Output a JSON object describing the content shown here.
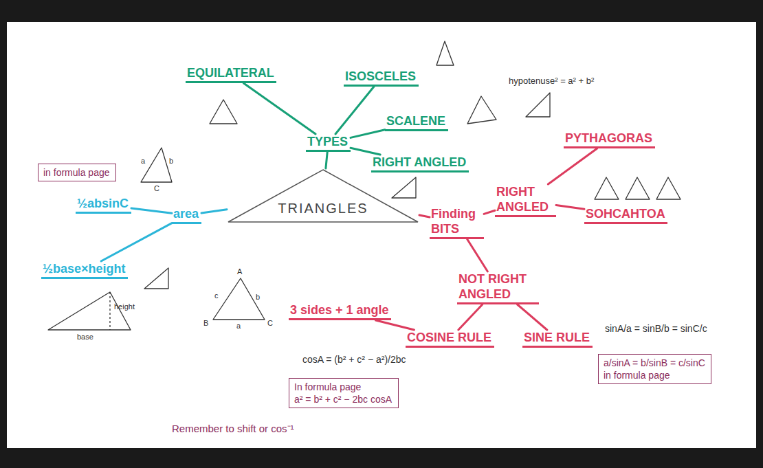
{
  "diagram": {
    "nodes": [
      {
        "text": [
          "TRIANGLES"
        ]
      },
      {
        "text": [
          "TYPES"
        ]
      },
      {
        "text": [
          "EQUILATERAL"
        ]
      },
      {
        "text": [
          "ISOSCELES"
        ]
      },
      {
        "text": [
          "SCALENE"
        ]
      },
      {
        "text": [
          "RIGHT ANGLED"
        ]
      },
      {
        "text": [
          "area"
        ]
      },
      {
        "text": [
          "½absinC"
        ]
      },
      {
        "text": [
          "in formula page"
        ]
      },
      {
        "text": [
          "½base×height"
        ]
      },
      {
        "text": [
          "Finding BITS"
        ]
      },
      {
        "text": [
          "RIGHT ANGLED"
        ]
      },
      {
        "text": [
          "PYTHAGORAS"
        ]
      },
      {
        "text": [
          "SOHCAHTOA"
        ]
      },
      {
        "text": [
          "NOT RIGHT ANGLED"
        ]
      },
      {
        "text": [
          "SINE RULE"
        ]
      },
      {
        "text": [
          "a/sinA = b/sinB = c/sinC",
          "in formula page"
        ]
      },
      {
        "text": [
          "COSINE RULE"
        ]
      },
      {
        "text": [
          "3 sides + 1 angle"
        ]
      },
      {
        "text": [
          "In formula page",
          "a² = b² + c² − 2bc cosA"
        ]
      }
    ],
    "edges": [
      {
        "from": 0,
        "to": 1,
        "arrow": "none"
      },
      {
        "from": 1,
        "to": 2,
        "arrow": "none"
      },
      {
        "from": 1,
        "to": 3,
        "arrow": "none"
      },
      {
        "from": 1,
        "to": 4,
        "arrow": "none"
      },
      {
        "from": 1,
        "to": 5,
        "arrow": "none"
      },
      {
        "from": 0,
        "to": 6,
        "arrow": "none"
      },
      {
        "from": 6,
        "to": 7,
        "arrow": "none"
      },
      {
        "from": 6,
        "to": 9,
        "arrow": "none"
      },
      {
        "from": 0,
        "to": 10,
        "arrow": "none"
      },
      {
        "from": 10,
        "to": 11,
        "arrow": "none"
      },
      {
        "from": 11,
        "to": 12,
        "arrow": "none"
      },
      {
        "from": 11,
        "to": 13,
        "arrow": "none"
      },
      {
        "from": 10,
        "to": 14,
        "arrow": "none"
      },
      {
        "from": 14,
        "to": 15,
        "arrow": "none"
      },
      {
        "from": 14,
        "to": 17,
        "arrow": "none"
      },
      {
        "from": 17,
        "to": 18,
        "arrow": "none"
      }
    ],
    "labels": [
      "hypotenuse² = a² + b²",
      "sinA/a = sinB/b = sinC/c",
      "cosA = (b² + c² − a²)/2bc",
      "Remember to shift or cos⁻¹",
      "base",
      "height",
      "a",
      "b",
      "C",
      "A",
      "B",
      "C",
      "a",
      "b",
      "c"
    ]
  }
}
